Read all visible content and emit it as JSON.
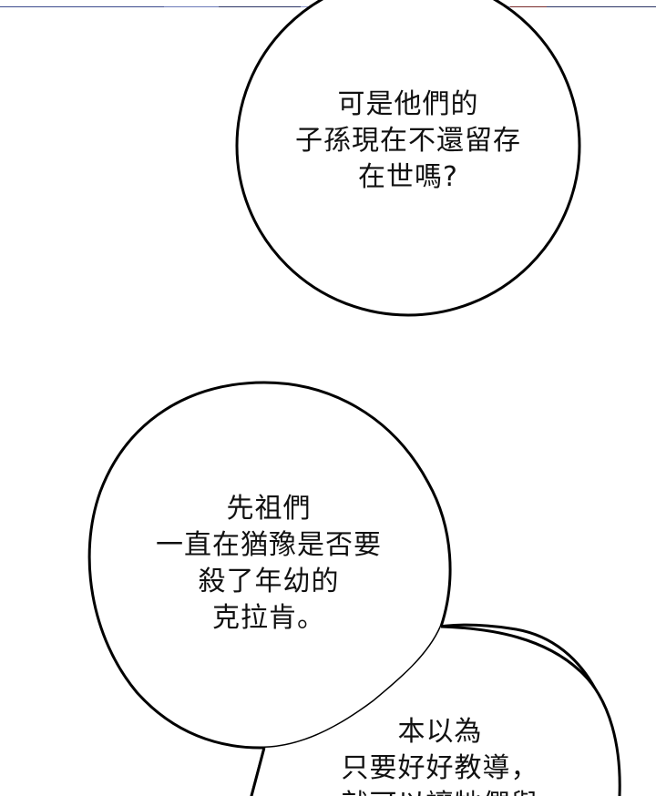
{
  "panel": {
    "top_strip_colors": [
      "#3c4a8c",
      "#6b79b8",
      "#2c3566",
      "#8a96cc",
      "#7a2b2b"
    ],
    "bubble_fill": "#ffffff",
    "bubble_stroke": "#000000",
    "text_color": "#111111"
  },
  "bubbles": [
    {
      "id": "question",
      "lines": [
        "可是他們的",
        "子孫現在不還留存",
        "在世嗎?"
      ]
    },
    {
      "id": "ancestors",
      "lines": [
        "先祖們",
        "一直在猶豫是否要",
        "殺了年幼的",
        "克拉肯。"
      ]
    },
    {
      "id": "thought",
      "lines": [
        "本以為",
        "只要好好教導，",
        "就可以讓牠們與"
      ]
    }
  ]
}
